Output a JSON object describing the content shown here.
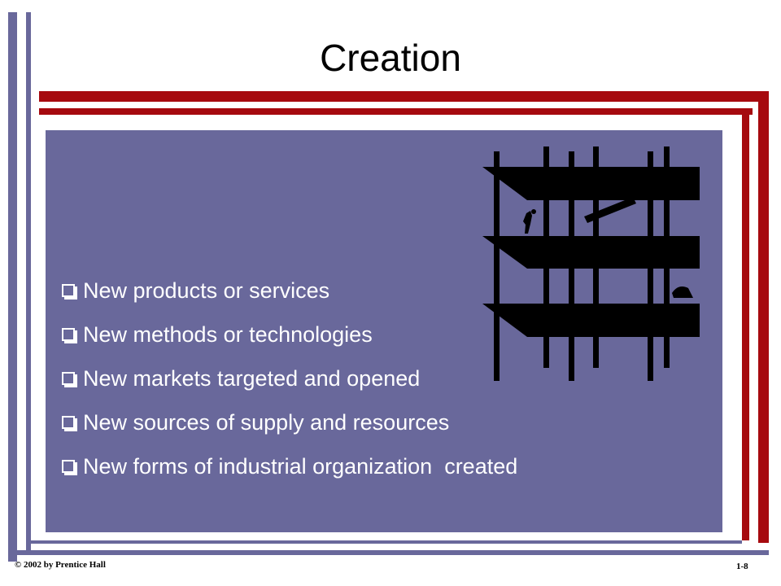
{
  "slide": {
    "title": "Creation",
    "bullets": [
      "New products or services",
      "New methods or technologies",
      "New markets targeted and opened",
      "New sources of supply and resources",
      "New forms of industrial organization  created"
    ],
    "footer_copyright": "© 2002 by Prentice Hall",
    "footer_page": "1-8"
  },
  "colors": {
    "panel": "#69689b",
    "accent_red": "#a60a0f",
    "text_on_panel": "#ffffff"
  },
  "icons": {
    "bullet": "checkbox-bullet-icon",
    "illustration": "building-construction-icon"
  }
}
